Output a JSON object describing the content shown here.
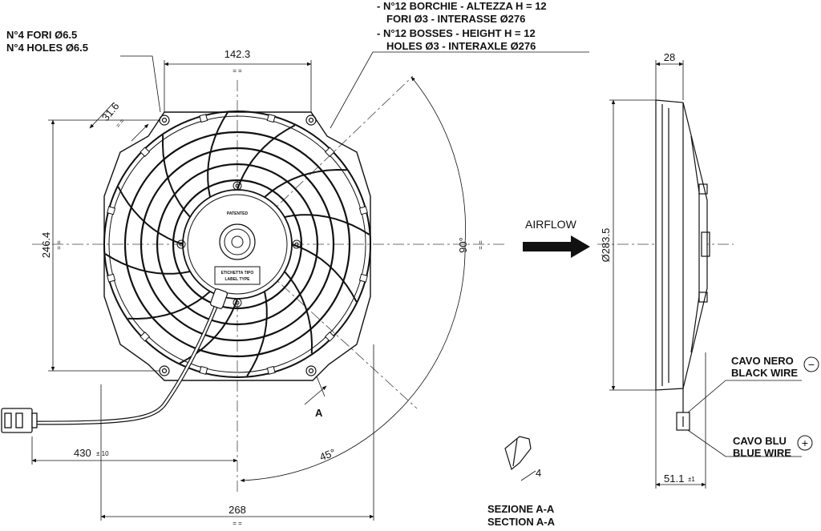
{
  "callouts": {
    "bosses_it_1": "- N°12 BORCHIE - ALTEZZA H = 12",
    "bosses_it_2": "FORI Ø3 - INTERASSE Ø276",
    "bosses_en_1": "- N°12 BOSSES - HEIGHT H = 12",
    "bosses_en_2": "HOLES Ø3 - INTERAXLE Ø276",
    "holes_it": "N°4 FORI Ø6.5",
    "holes_en": "N°4 HOLES Ø6.5"
  },
  "dimensions": {
    "top_width": "142.3",
    "bracket": "31.6",
    "height": "246.4",
    "angle_90": "90°",
    "angle_45": "45°",
    "cable_length": "430",
    "cable_tol": "± 10",
    "width": "268",
    "depth": "28",
    "diameter": "Ø283.5",
    "side_depth": "51.1",
    "side_tol": "±1",
    "section_4": "4",
    "eq": "= ="
  },
  "labels": {
    "airflow": "AIRFLOW",
    "section_marker": "A",
    "section_it": "SEZIONE A-A",
    "section_en": "SECTION A-A",
    "black_it": "CAVO NERO",
    "black_en": "BLACK WIRE",
    "blue_it": "CAVO BLU",
    "blue_en": "BLUE WIRE",
    "minus": "−",
    "plus": "+",
    "patented": "PATENTED",
    "label_type_it": "ETICHETTA TIPO",
    "label_type_en": "LABEL TYPE"
  }
}
